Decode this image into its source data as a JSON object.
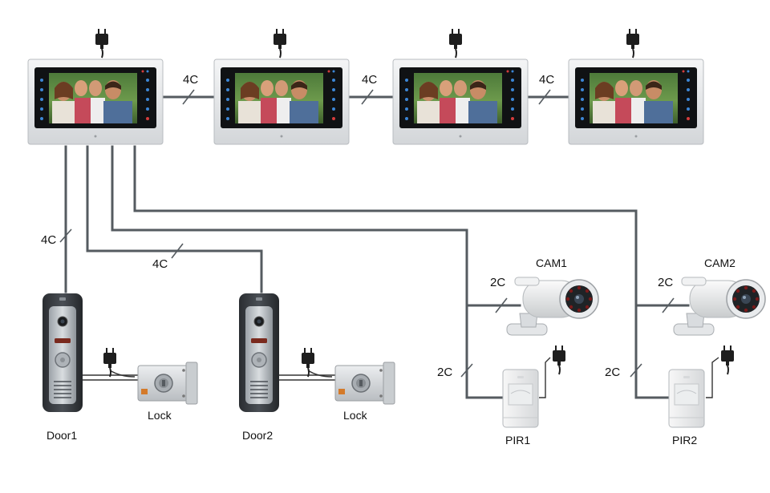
{
  "diagram": {
    "monitors": {
      "count": 4,
      "links": [
        "4C",
        "4C",
        "4C"
      ]
    },
    "wires": {
      "door1": "4C",
      "door2": "4C",
      "cam1": "2C",
      "cam2": "2C",
      "pir1": "2C",
      "pir2": "2C"
    },
    "devices": {
      "door1": "Door1",
      "door2": "Door2",
      "lock1": "Lock",
      "lock2": "Lock",
      "cam1": "CAM1",
      "cam2": "CAM2",
      "pir1": "PIR1",
      "pir2": "PIR2"
    },
    "colors": {
      "wire": "#555b60",
      "monitor_frame": "#e6e8ea",
      "screen": "#111111"
    },
    "icons": [
      "power-adapter-icon",
      "video-monitor",
      "door-station",
      "electric-lock",
      "cctv-camera",
      "pir-sensor"
    ]
  }
}
